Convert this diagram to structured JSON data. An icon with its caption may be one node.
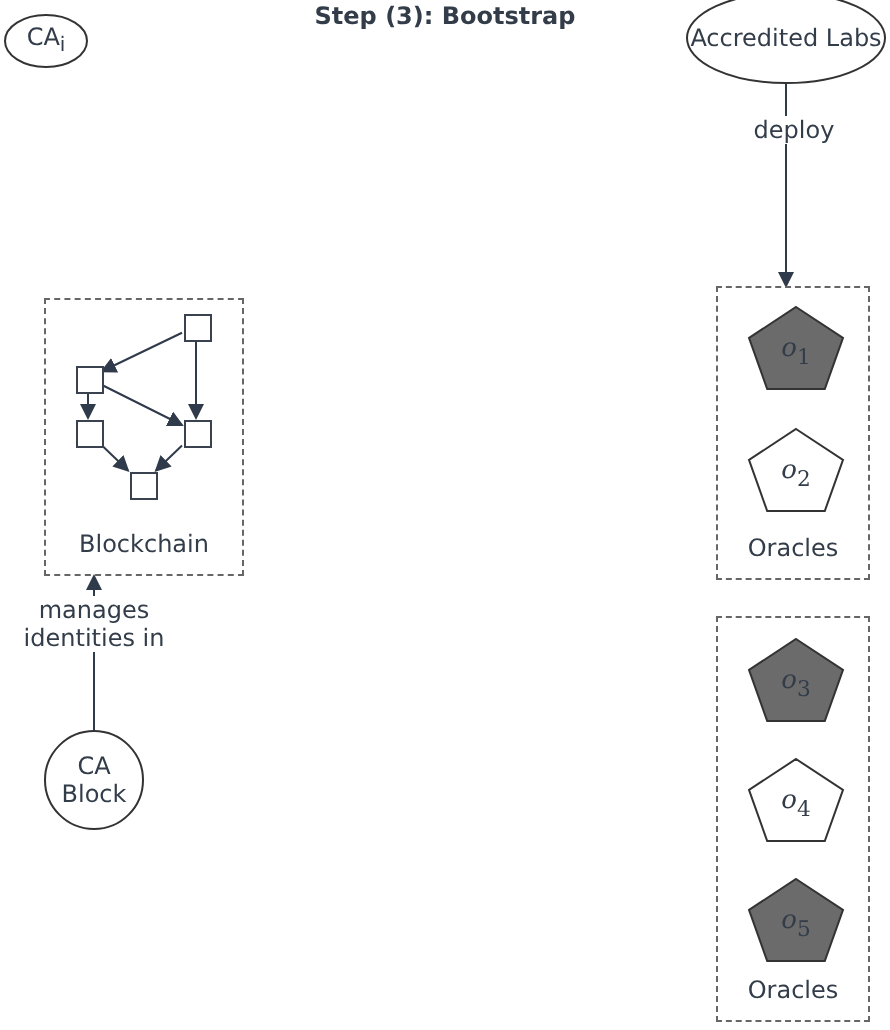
{
  "diagram": {
    "title": "Step (3): Bootstrap",
    "nodes": [
      {
        "text": [
          "CA$_{i}$"
        ]
      },
      {
        "text": [
          "Accredited Labs"
        ]
      },
      {
        "text": [
          "Blockchain"
        ]
      },
      {
        "text": [],
        "shape": "box",
        "in": 2
      },
      {
        "text": [],
        "shape": "box",
        "in": 2
      },
      {
        "text": [],
        "shape": "box",
        "in": 2
      },
      {
        "text": [],
        "shape": "box",
        "in": 2
      },
      {
        "text": [],
        "shape": "box",
        "in": 2
      },
      {
        "text": [
          "CA Block"
        ]
      },
      {
        "text": [
          "Oracles"
        ]
      },
      {
        "text": [
          "*o*$_{1}$"
        ],
        "in": 9
      },
      {
        "text": [
          "*o*$_{2}$"
        ],
        "in": 9
      },
      {
        "text": [
          "Oracles"
        ]
      },
      {
        "text": [
          "*o*$_{3}$"
        ],
        "in": 12
      },
      {
        "text": [
          "*o*$_{4}$"
        ],
        "in": 12
      },
      {
        "text": [
          "*o*$_{5}$"
        ],
        "in": 12
      }
    ],
    "edges": [
      {
        "from": 1,
        "to": 9,
        "arrow": "to",
        "label": "deploy"
      },
      {
        "from": 8,
        "to": 2,
        "arrow": "to",
        "label": "manages identities in"
      },
      {
        "from": 3,
        "to": 4,
        "arrow": "to"
      },
      {
        "from": 3,
        "to": 6,
        "arrow": "to"
      },
      {
        "from": 4,
        "to": 5,
        "arrow": "to"
      },
      {
        "from": 4,
        "to": 6,
        "arrow": "to"
      },
      {
        "from": 5,
        "to": 7,
        "arrow": "to"
      },
      {
        "from": 6,
        "to": 7,
        "arrow": "to"
      }
    ]
  }
}
